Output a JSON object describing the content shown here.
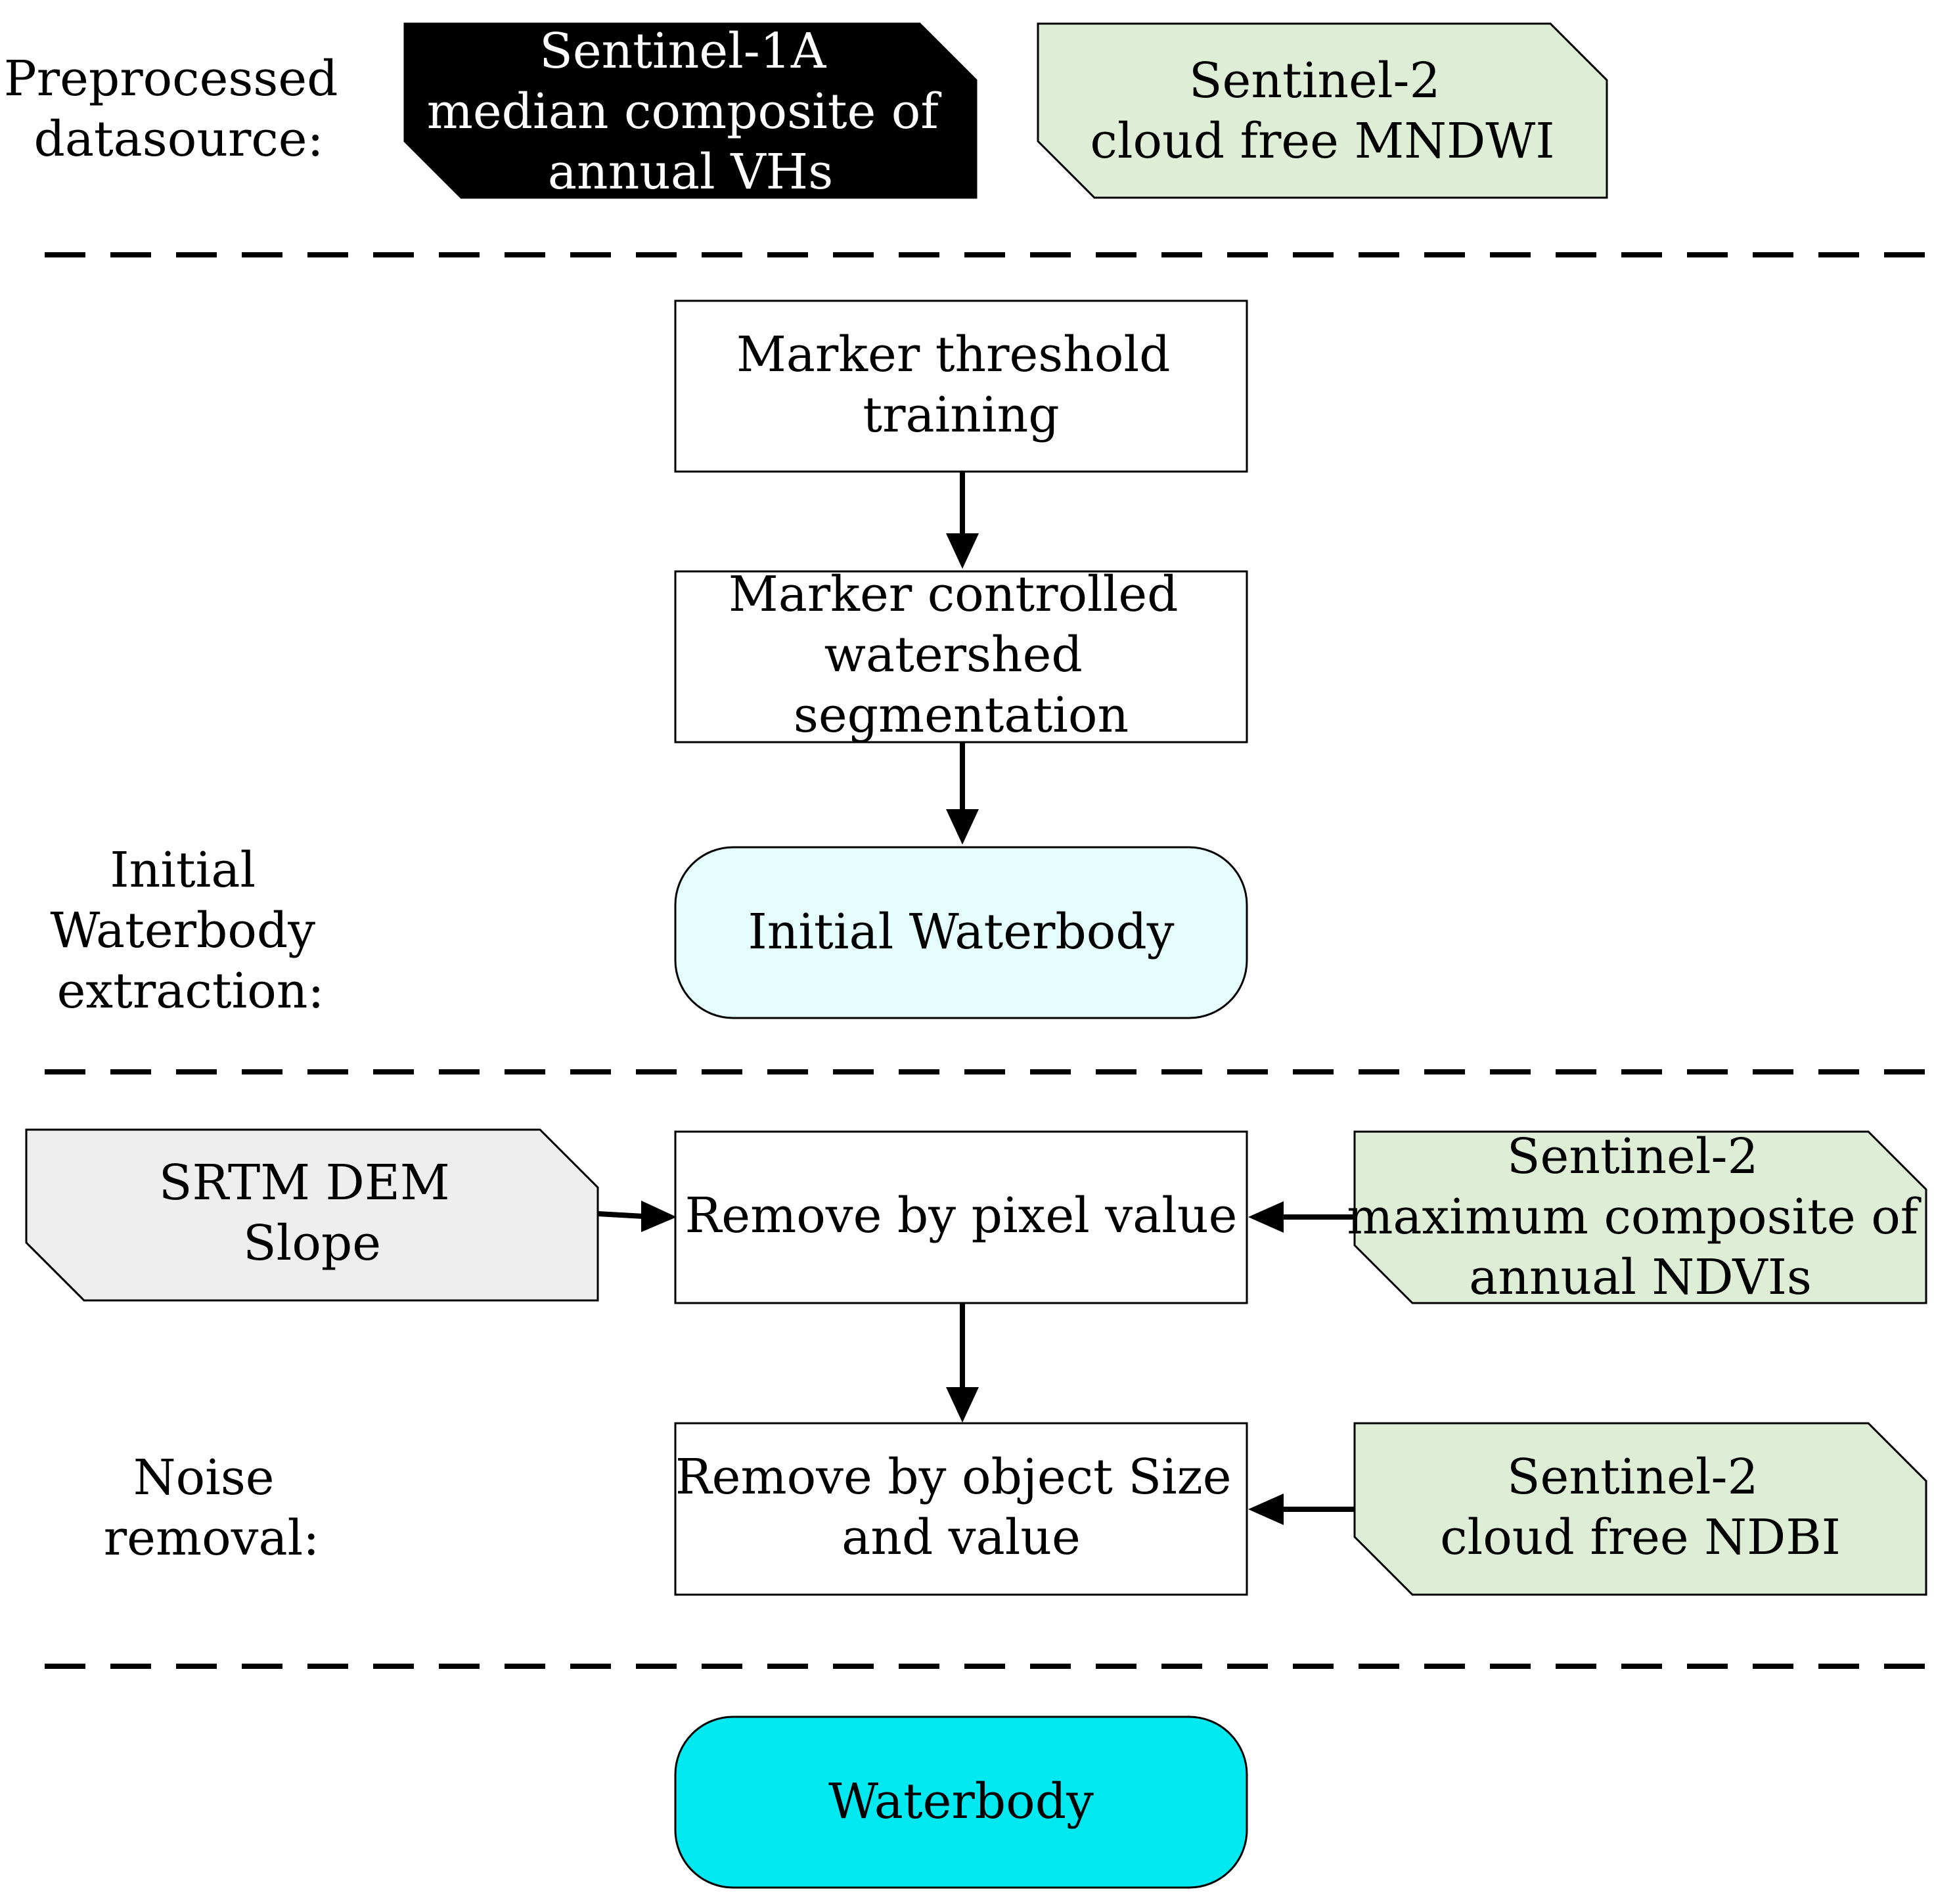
{
  "stages": {
    "preprocessed": [
      "Preprocessed",
      "datasource:"
    ],
    "initial": [
      "Initial",
      "Waterbody",
      "extraction:"
    ],
    "noise": [
      "Noise",
      "removal:"
    ]
  },
  "nodes": {
    "sentinel1": {
      "lines": [
        "Sentinel-1A",
        "median composite of",
        "annual VHs"
      ],
      "fill": "#000000",
      "text_color": "#ffffff"
    },
    "sentinel2_mndwi": {
      "lines": [
        "Sentinel-2",
        "cloud free MNDWI"
      ],
      "fill": "#deeed6"
    },
    "marker_threshold": {
      "lines": [
        "Marker threshold",
        "training"
      ],
      "fill": "#ffffff"
    },
    "marker_watershed": {
      "lines": [
        "Marker controlled",
        "watershed",
        "segmentation"
      ],
      "fill": "#ffffff"
    },
    "initial_waterbody": {
      "lines": [
        "Initial Waterbody"
      ],
      "fill": "#e6fdfd"
    },
    "srtm": {
      "lines": [
        "SRTM DEM",
        "Slope"
      ],
      "fill": "#eeeeee"
    },
    "remove_pixel": {
      "lines": [
        "Remove by pixel value"
      ],
      "fill": "#ffffff"
    },
    "sentinel2_ndvi": {
      "lines": [
        "Sentinel-2",
        "maximum composite of",
        "annual NDVIs"
      ],
      "fill": "#deeed6"
    },
    "remove_object": {
      "lines": [
        "Remove by object Size",
        "and value"
      ],
      "fill": "#ffffff"
    },
    "sentinel2_ndbi": {
      "lines": [
        "Sentinel-2",
        "cloud free NDBI"
      ],
      "fill": "#deeed6"
    },
    "waterbody": {
      "lines": [
        "Waterbody"
      ],
      "fill": "#00e8f0"
    }
  },
  "edges": [
    [
      "marker_threshold",
      "marker_watershed"
    ],
    [
      "marker_watershed",
      "initial_waterbody"
    ],
    [
      "srtm",
      "remove_pixel"
    ],
    [
      "sentinel2_ndvi",
      "remove_pixel"
    ],
    [
      "remove_pixel",
      "remove_object"
    ],
    [
      "sentinel2_ndbi",
      "remove_object"
    ]
  ]
}
